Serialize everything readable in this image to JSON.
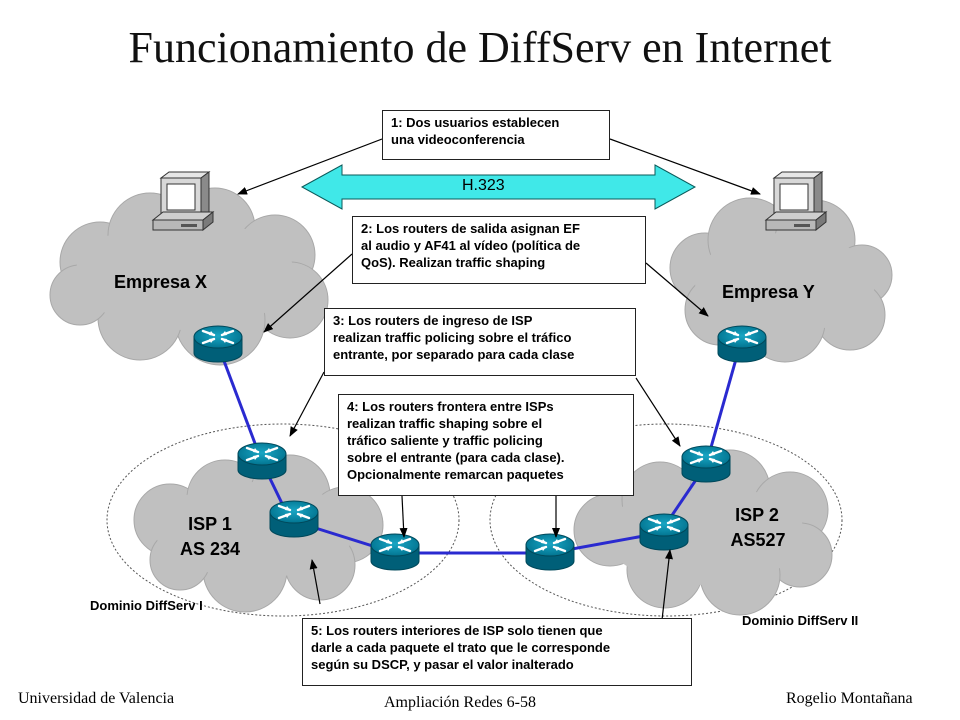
{
  "title": "Funcionamiento de DiffServ en Internet",
  "callouts": {
    "step1": "1: Dos usuarios establecen\nuna videoconferencia",
    "step2": "2: Los routers de salida asignan EF\nal audio y AF41 al vídeo (política de\nQoS). Realizan traffic shaping",
    "step3": "3: Los routers de ingreso de ISP\nrealizan traffic policing sobre el tráfico\nentrante, por separado para cada clase",
    "step4": "4: Los routers frontera entre ISPs\nrealizan traffic shaping sobre el\ntráfico saliente y traffic policing\nsobre el entrante (para cada clase).\nOpcionalmente remarcan paquetes",
    "step5": "5: Los routers interiores de ISP solo tienen que\ndarle a cada paquete el trato que le corresponde\nsegún su DSCP, y pasar el valor inalterado"
  },
  "protocol_label": "H.323",
  "clouds": {
    "empresa_x": "Empresa X",
    "empresa_y": "Empresa Y",
    "isp1_line1": "ISP 1",
    "isp1_line2": "AS 234",
    "isp2_line1": "ISP 2",
    "isp2_line2": "AS527"
  },
  "domains": {
    "domain1": "Dominio DiffServ I",
    "domain2": "Dominio DiffServ II"
  },
  "footer": {
    "left": "Universidad de Valencia",
    "center": "Ampliación Redes 6-58",
    "right": "Rogelio Montañana"
  },
  "colors": {
    "cloud": "#c0c0c0",
    "cloud_edge": "#a8a8a8",
    "link": "#2a2ad0",
    "router": "#0088a8",
    "arrow_band": "#40e8e8"
  },
  "icons": [
    "computer-icon",
    "router-icon"
  ]
}
